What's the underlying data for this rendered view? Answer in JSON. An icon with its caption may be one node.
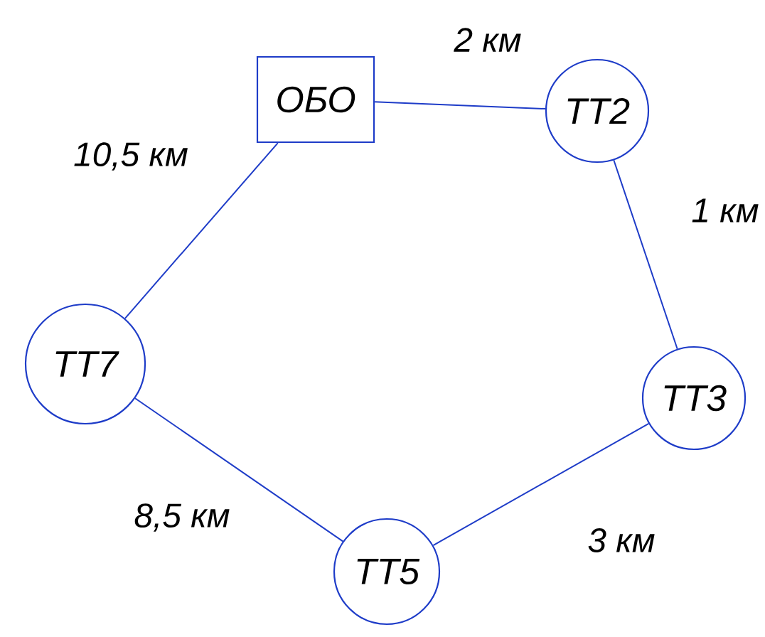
{
  "diagram": {
    "nodes": [
      {
        "text": [
          "ОБО"
        ]
      },
      {
        "text": [
          "ТТ2"
        ]
      },
      {
        "text": [
          "ТТ3"
        ]
      },
      {
        "text": [
          "ТТ5"
        ]
      },
      {
        "text": [
          "ТТ7"
        ]
      }
    ],
    "edges": [
      {
        "from": 0,
        "to": 1,
        "arrow": "none",
        "label": "2 км"
      },
      {
        "from": 1,
        "to": 2,
        "arrow": "none",
        "label": "1 км"
      },
      {
        "from": 2,
        "to": 3,
        "arrow": "none",
        "label": "3 км"
      },
      {
        "from": 3,
        "to": 4,
        "arrow": "none",
        "label": "8,5 км"
      },
      {
        "from": 4,
        "to": 0,
        "arrow": "none",
        "label": "10,5 км"
      }
    ]
  }
}
